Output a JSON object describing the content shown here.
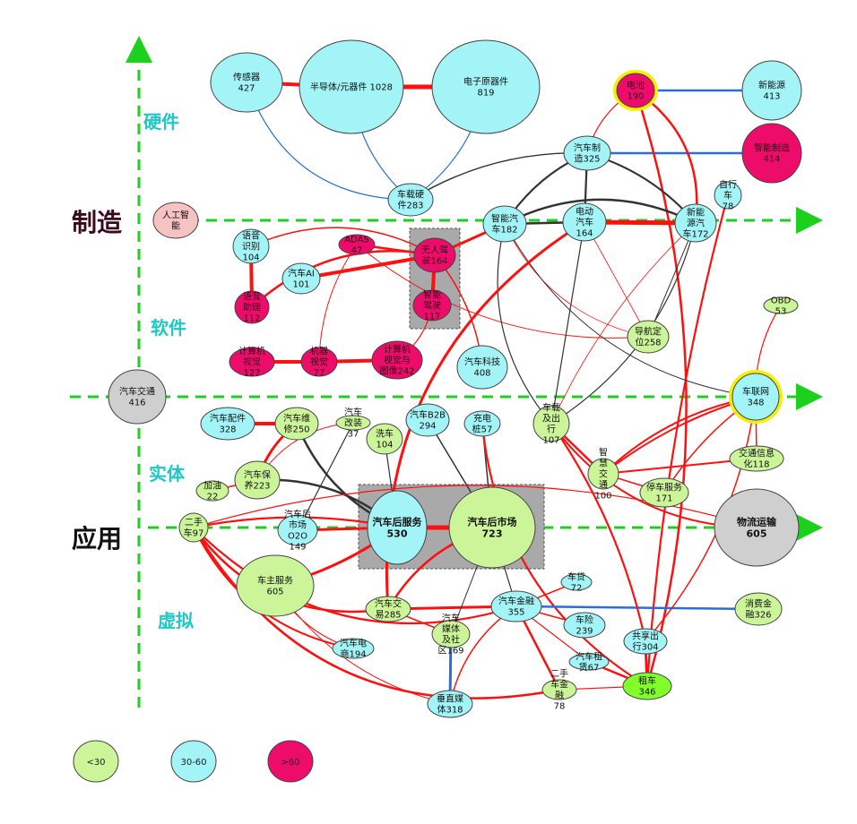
{
  "section_labels": {
    "hardware": "硬件",
    "manufacturing": "制造",
    "software": "软件",
    "physical": "实体",
    "application": "应用",
    "virtual": "虚拟"
  },
  "colors": {
    "green": "#ccf59a",
    "cyan": "#a2f4f7",
    "magenta": "#ee0c6a",
    "gray": "#cfcfcf",
    "pink": "#f7c2c2",
    "bright_green": "#80ff2a",
    "red_edge": "#ff1010",
    "blue_edge": "#2a6ed8",
    "dark_edge": "#333333",
    "axis_green": "#1bd11b",
    "highlight_ring": "#f5f000"
  },
  "legend": [
    {
      "label": "<30",
      "color": "green"
    },
    {
      "label": "30-60",
      "color": "cyan"
    },
    {
      "label": ">60",
      "color": "magenta"
    }
  ],
  "group_boxes": [
    {
      "id": "ai_box",
      "label": ""
    },
    {
      "id": "aftermarket_box",
      "label": ""
    }
  ],
  "nodes": [
    {
      "id": "sensor",
      "line1": "传感器",
      "line2": "427",
      "color": "cyan"
    },
    {
      "id": "semi",
      "line1": "半导体/元器件 1028",
      "line2": "",
      "color": "cyan"
    },
    {
      "id": "elec",
      "line1": "电子原器件",
      "line2": "819",
      "color": "cyan"
    },
    {
      "id": "battery",
      "line1": "电池",
      "line2": "190",
      "color": "magenta",
      "ring": true
    },
    {
      "id": "newenergy",
      "line1": "新能源",
      "line2": "413",
      "color": "cyan"
    },
    {
      "id": "smartmfg",
      "line1": "智能制造",
      "line2": "414",
      "color": "magenta"
    },
    {
      "id": "carmfg",
      "line1": "汽车制",
      "line2": "造325",
      "color": "cyan"
    },
    {
      "id": "vehiclehw",
      "line1": "车载硬",
      "line2": "件283",
      "color": "cyan"
    },
    {
      "id": "ai",
      "line1": "人工智",
      "line2": "能",
      "color": "pink"
    },
    {
      "id": "bike",
      "line1": "自行",
      "line2": "车",
      "line3": "78",
      "color": "cyan"
    },
    {
      "id": "smartcar",
      "line1": "智能汽",
      "line2": "车182",
      "color": "cyan"
    },
    {
      "id": "ev",
      "line1": "电动",
      "line2": "汽车",
      "line3": "164",
      "color": "cyan"
    },
    {
      "id": "nev",
      "line1": "新能",
      "line2": "源汽",
      "line3": "车172",
      "color": "cyan"
    },
    {
      "id": "speech",
      "line1": "语音",
      "line2": "识别",
      "line3": "104",
      "color": "cyan"
    },
    {
      "id": "adas",
      "line1": "ADAS",
      "line2": "47",
      "color": "magenta"
    },
    {
      "id": "autodrive",
      "line1": "无人驾",
      "line2": "驶164",
      "color": "magenta"
    },
    {
      "id": "carai",
      "line1": "汽车AI",
      "line2": "101",
      "color": "cyan"
    },
    {
      "id": "smartdrive",
      "line1": "智能",
      "line2": "驾驶",
      "line3": "117",
      "color": "magenta"
    },
    {
      "id": "voiceasst",
      "line1": "语音",
      "line2": "助理",
      "line3": "112",
      "color": "magenta"
    },
    {
      "id": "obd",
      "line1": "OBD",
      "line2": "53",
      "color": "green"
    },
    {
      "id": "nav",
      "line1": "导航定",
      "line2": "位258",
      "color": "green"
    },
    {
      "id": "cv",
      "line1": "计算机",
      "line2": "视觉",
      "line3": "127",
      "color": "magenta"
    },
    {
      "id": "mv",
      "line1": "机器",
      "line2": "视觉",
      "line3": "77",
      "color": "magenta"
    },
    {
      "id": "imgrec",
      "line1": "计算机",
      "line2": "视觉与",
      "line3": "图像242",
      "color": "magenta"
    },
    {
      "id": "autotech",
      "line1": "汽车科技",
      "line2": "408",
      "color": "cyan"
    },
    {
      "id": "autotraffic",
      "line1": "汽车交通",
      "line2": "416",
      "color": "gray"
    },
    {
      "id": "iov",
      "line1": "车联网",
      "line2": "348",
      "color": "cyan",
      "ring": true
    },
    {
      "id": "parts",
      "line1": "汽车配件",
      "line2": "328",
      "color": "cyan"
    },
    {
      "id": "repair",
      "line1": "汽车维",
      "line2": "修250",
      "color": "green"
    },
    {
      "id": "modify",
      "line1": "汽车",
      "line2": "改装",
      "line3": "37",
      "color": "green"
    },
    {
      "id": "b2b",
      "line1": "汽车B2B",
      "line2": "294",
      "color": "cyan"
    },
    {
      "id": "charging",
      "line1": "充电",
      "line2": "桩57",
      "color": "cyan"
    },
    {
      "id": "travel",
      "line1": "车载",
      "line2": "及出",
      "line3": "行",
      "line4": "107",
      "color": "green"
    },
    {
      "id": "wash",
      "line1": "洗车",
      "line2": "104",
      "color": "green"
    },
    {
      "id": "trafficinfo",
      "line1": "交通信息",
      "line2": "化118",
      "color": "green"
    },
    {
      "id": "smarttraffic",
      "line1": "智",
      "line2": "慧",
      "line3": "交",
      "line4": "通",
      "line5": "100",
      "color": "green"
    },
    {
      "id": "maintain",
      "line1": "汽车保",
      "line2": "养223",
      "color": "green"
    },
    {
      "id": "fuel",
      "line1": "加油",
      "line2": "22",
      "color": "green"
    },
    {
      "id": "parkservice",
      "line1": "停车服务",
      "line2": "171",
      "color": "green"
    },
    {
      "id": "o2o",
      "line1": "汽车后",
      "line2": "市场",
      "line3": "O2O",
      "line4": "149",
      "color": "cyan"
    },
    {
      "id": "aftersvc",
      "line1": "汽车后服务",
      "line2": "530",
      "color": "cyan",
      "bold": true
    },
    {
      "id": "aftermkt",
      "line1": "汽车后市场",
      "line2": "723",
      "color": "green",
      "bold": true
    },
    {
      "id": "usedcar",
      "line1": "二手",
      "line2": "车97",
      "color": "green"
    },
    {
      "id": "logistics",
      "line1": "物流运输",
      "line2": "605",
      "color": "gray",
      "bold": true
    },
    {
      "id": "ownersvc",
      "line1": "车主服务",
      "line2": "605",
      "color": "green"
    },
    {
      "id": "carloan",
      "line1": "车贷",
      "line2": "72",
      "color": "cyan"
    },
    {
      "id": "cartrade",
      "line1": "汽车交",
      "line2": "易285",
      "color": "green"
    },
    {
      "id": "carfinance",
      "line1": "汽车金融",
      "line2": "355",
      "color": "cyan"
    },
    {
      "id": "consumerfin",
      "line1": "消费金",
      "line2": "融326",
      "color": "green"
    },
    {
      "id": "carmedia",
      "line1": "汽车",
      "line2": "媒体",
      "line3": "及社",
      "line4": "区169",
      "color": "green"
    },
    {
      "id": "insurance",
      "line1": "车险",
      "line2": "239",
      "color": "cyan"
    },
    {
      "id": "ecommerce",
      "line1": "汽车电",
      "line2": "商194",
      "color": "cyan"
    },
    {
      "id": "sharedtravel",
      "line1": "共享出",
      "line2": "行304",
      "color": "cyan"
    },
    {
      "id": "leasing",
      "line1": "汽车租",
      "line2": "赁67",
      "color": "cyan"
    },
    {
      "id": "vertmedia",
      "line1": "垂直媒",
      "line2": "体318",
      "color": "cyan"
    },
    {
      "id": "usedfin",
      "line1": "二手",
      "line2": "车金",
      "line3": "融",
      "line4": "78",
      "color": "green"
    },
    {
      "id": "rental",
      "line1": "租车",
      "line2": "346",
      "color": "bright_green"
    }
  ]
}
